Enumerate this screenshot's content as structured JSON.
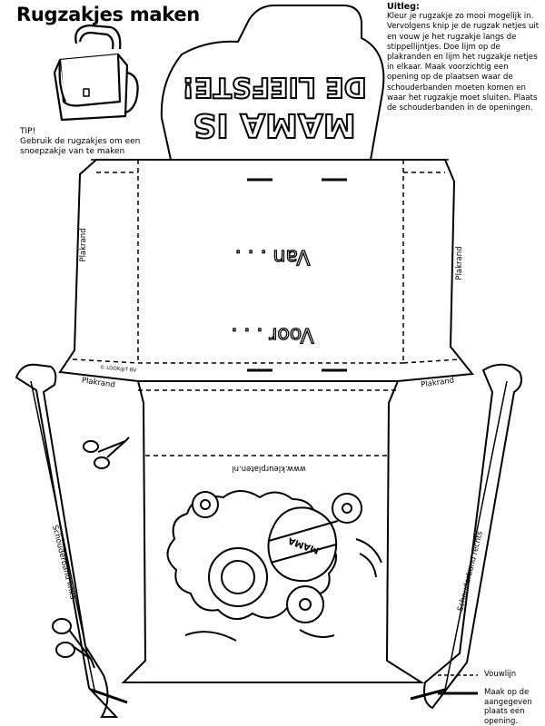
{
  "title": "Rugzakjes maken",
  "uitleg": {
    "heading": "Uitleg:",
    "body": "Kleur je rugzakje zo mooi mogelijk in. Vervolgens knip je de rugzak netjes uit en vouw je het rugzakje langs de stippellijntjes. Doe lijm op de plakranden en lijm het rugzakje netjes in elkaar. Maak voorzichtig een opening op de plaatsen waar de schouderbanden moeten komen en waar het rugzakje moet sluiten.  Plaats de schouderbanden in de openingen."
  },
  "tip": {
    "heading": "TIP!",
    "body": "Gebruik de rugzakjes om een snoepzakje van te maken"
  },
  "flap": {
    "line1": "MAMA IS",
    "line2": "DE LIEFSTE!"
  },
  "back": {
    "van": "Van . . .",
    "voor": "Voor . . ."
  },
  "labels": {
    "plakrand": "Plakrand",
    "copyright": "© LOOK@T BV",
    "website": "www.kleurplaten.nl",
    "heart": "MAMA",
    "strap_left": "Schouderband links",
    "strap_right": "Schouderband rechts"
  },
  "legend": {
    "fold": "Vouwlijn",
    "opening": "Maak op de aangegeven plaats een opening."
  }
}
